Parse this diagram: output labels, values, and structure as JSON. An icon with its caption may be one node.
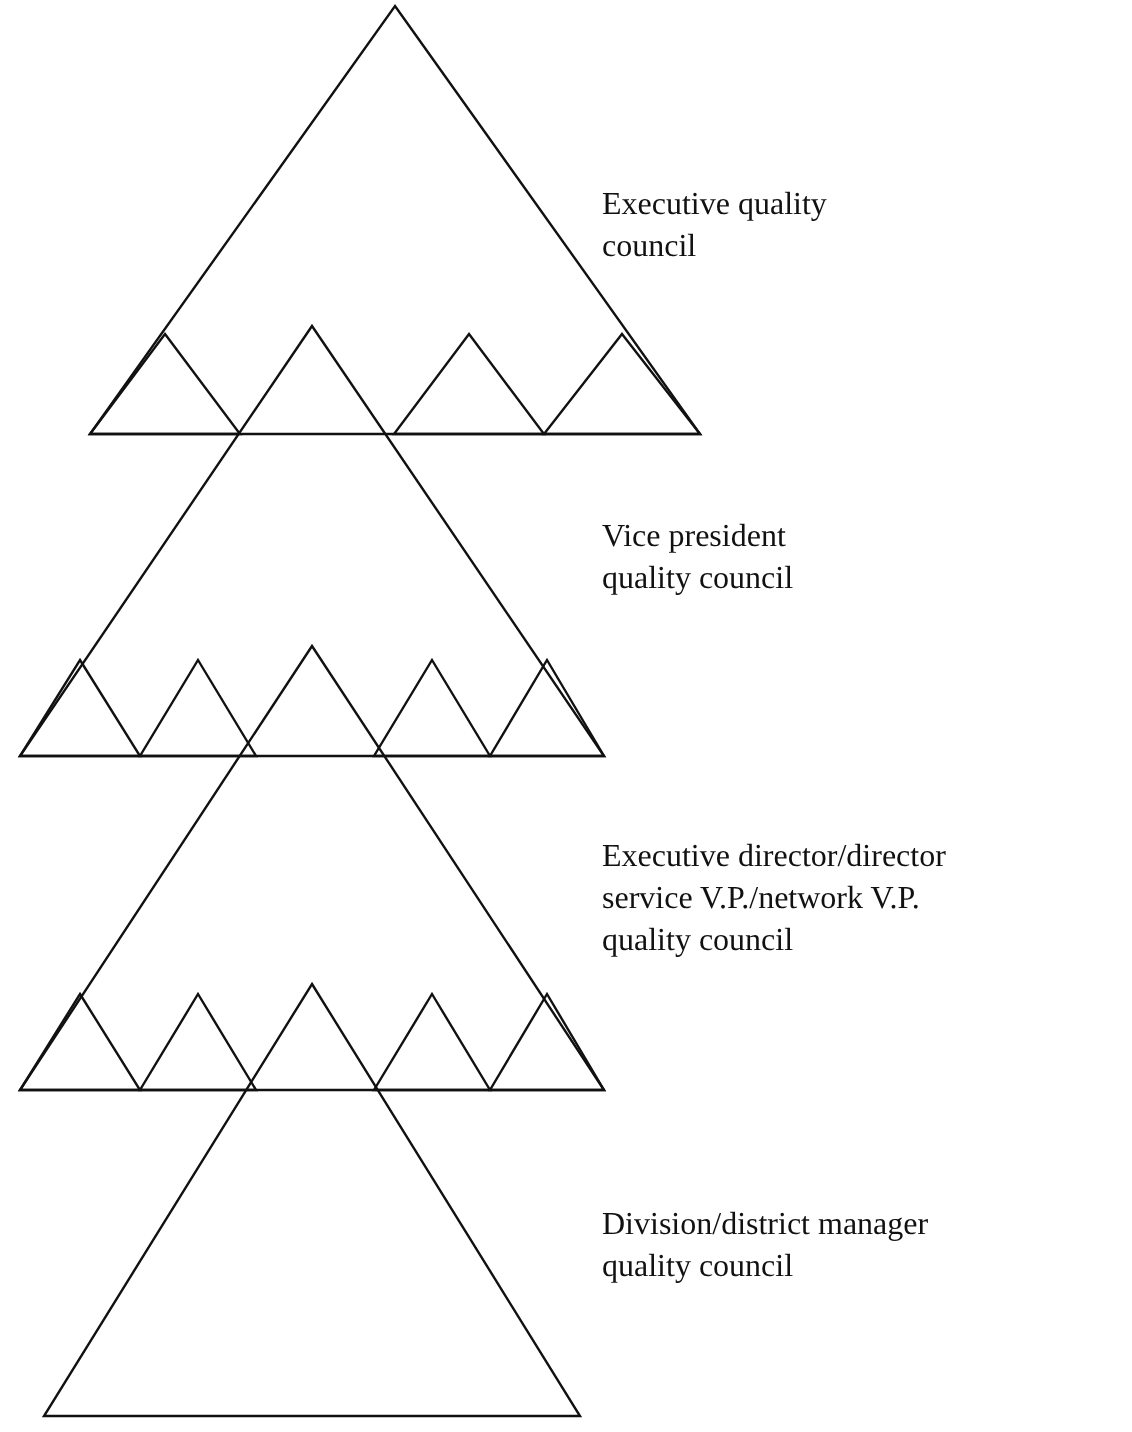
{
  "diagram": {
    "nodes": [
      {
        "text": [],
        "shape": "triangle",
        "beside": [
          "Executive quality council"
        ]
      },
      {
        "text": [],
        "shape": "triangle",
        "in": 0
      },
      {
        "text": [],
        "shape": "triangle",
        "in": 0
      },
      {
        "text": [],
        "shape": "triangle",
        "in": 0
      },
      {
        "text": [],
        "shape": "triangle",
        "beside": [
          "Vice president quality council"
        ]
      },
      {
        "text": [],
        "shape": "triangle",
        "in": 4
      },
      {
        "text": [],
        "shape": "triangle",
        "in": 4
      },
      {
        "text": [],
        "shape": "triangle",
        "in": 4
      },
      {
        "text": [],
        "shape": "triangle",
        "in": 4
      },
      {
        "text": [],
        "shape": "triangle",
        "beside": [
          "Executive director/director service V.P./network V.P. quality council"
        ]
      },
      {
        "text": [],
        "shape": "triangle",
        "in": 9
      },
      {
        "text": [],
        "shape": "triangle",
        "in": 9
      },
      {
        "text": [],
        "shape": "triangle",
        "in": 9
      },
      {
        "text": [],
        "shape": "triangle",
        "in": 9
      },
      {
        "text": [],
        "shape": "triangle",
        "beside": [
          "Division/district manager quality council"
        ]
      }
    ]
  }
}
